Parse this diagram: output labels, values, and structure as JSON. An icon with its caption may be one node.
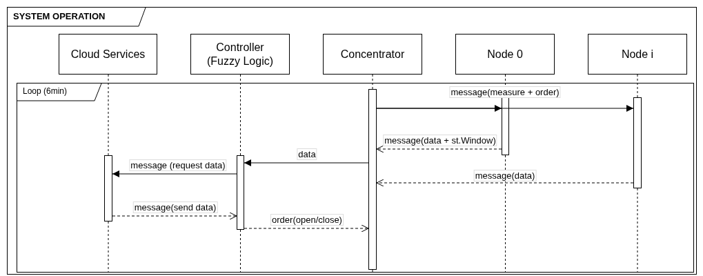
{
  "diagram": {
    "nodes": [
      {
        "text": [
          "SYSTEM OPERATION"
        ]
      },
      {
        "text": [
          "Cloud Services"
        ],
        "in": 0
      },
      {
        "text": [
          "Controller (Fuzzy Logic)"
        ],
        "in": 0
      },
      {
        "text": [
          "Concentrator"
        ],
        "in": 0
      },
      {
        "text": [
          "Node 0"
        ],
        "in": 0
      },
      {
        "text": [
          "Node i"
        ],
        "in": 0
      },
      {
        "text": [
          "Loop (6min)"
        ],
        "in": 0
      },
      {
        "text": [],
        "shape": "bar",
        "in": 6
      },
      {
        "text": [],
        "shape": "bar",
        "in": 6
      },
      {
        "text": [],
        "shape": "bar",
        "in": 6
      },
      {
        "text": [],
        "shape": "bar",
        "in": 6
      },
      {
        "text": [],
        "shape": "bar",
        "in": 6
      }
    ],
    "edges": [
      {
        "from": 9,
        "to": 10,
        "arrow": "to"
      },
      {
        "from": 9,
        "to": 11,
        "arrow": "to",
        "label": "message(measure + order)"
      },
      {
        "from": 10,
        "to": 9,
        "arrow": "to",
        "label": "message(data + st.Window)",
        "style": "dashed"
      },
      {
        "from": 9,
        "to": 8,
        "arrow": "to",
        "label": "data"
      },
      {
        "from": 8,
        "to": 7,
        "arrow": "to",
        "label": "message (request data)"
      },
      {
        "from": 11,
        "to": 9,
        "arrow": "to",
        "label": "message(data)",
        "style": "dashed"
      },
      {
        "from": 7,
        "to": 8,
        "arrow": "to",
        "label": "message(send data)",
        "style": "dashed"
      },
      {
        "from": 8,
        "to": 9,
        "arrow": "to",
        "label": "order(open/close)",
        "style": "dashed"
      },
      {
        "from": 1,
        "to": 7,
        "arrow": "none",
        "style": "dashed"
      },
      {
        "from": 2,
        "to": 8,
        "arrow": "none",
        "style": "dashed"
      },
      {
        "from": 3,
        "to": 9,
        "arrow": "none",
        "style": "dashed"
      },
      {
        "from": 4,
        "to": 10,
        "arrow": "none",
        "style": "dashed"
      },
      {
        "from": 5,
        "to": 11,
        "arrow": "none",
        "style": "dashed"
      }
    ]
  }
}
